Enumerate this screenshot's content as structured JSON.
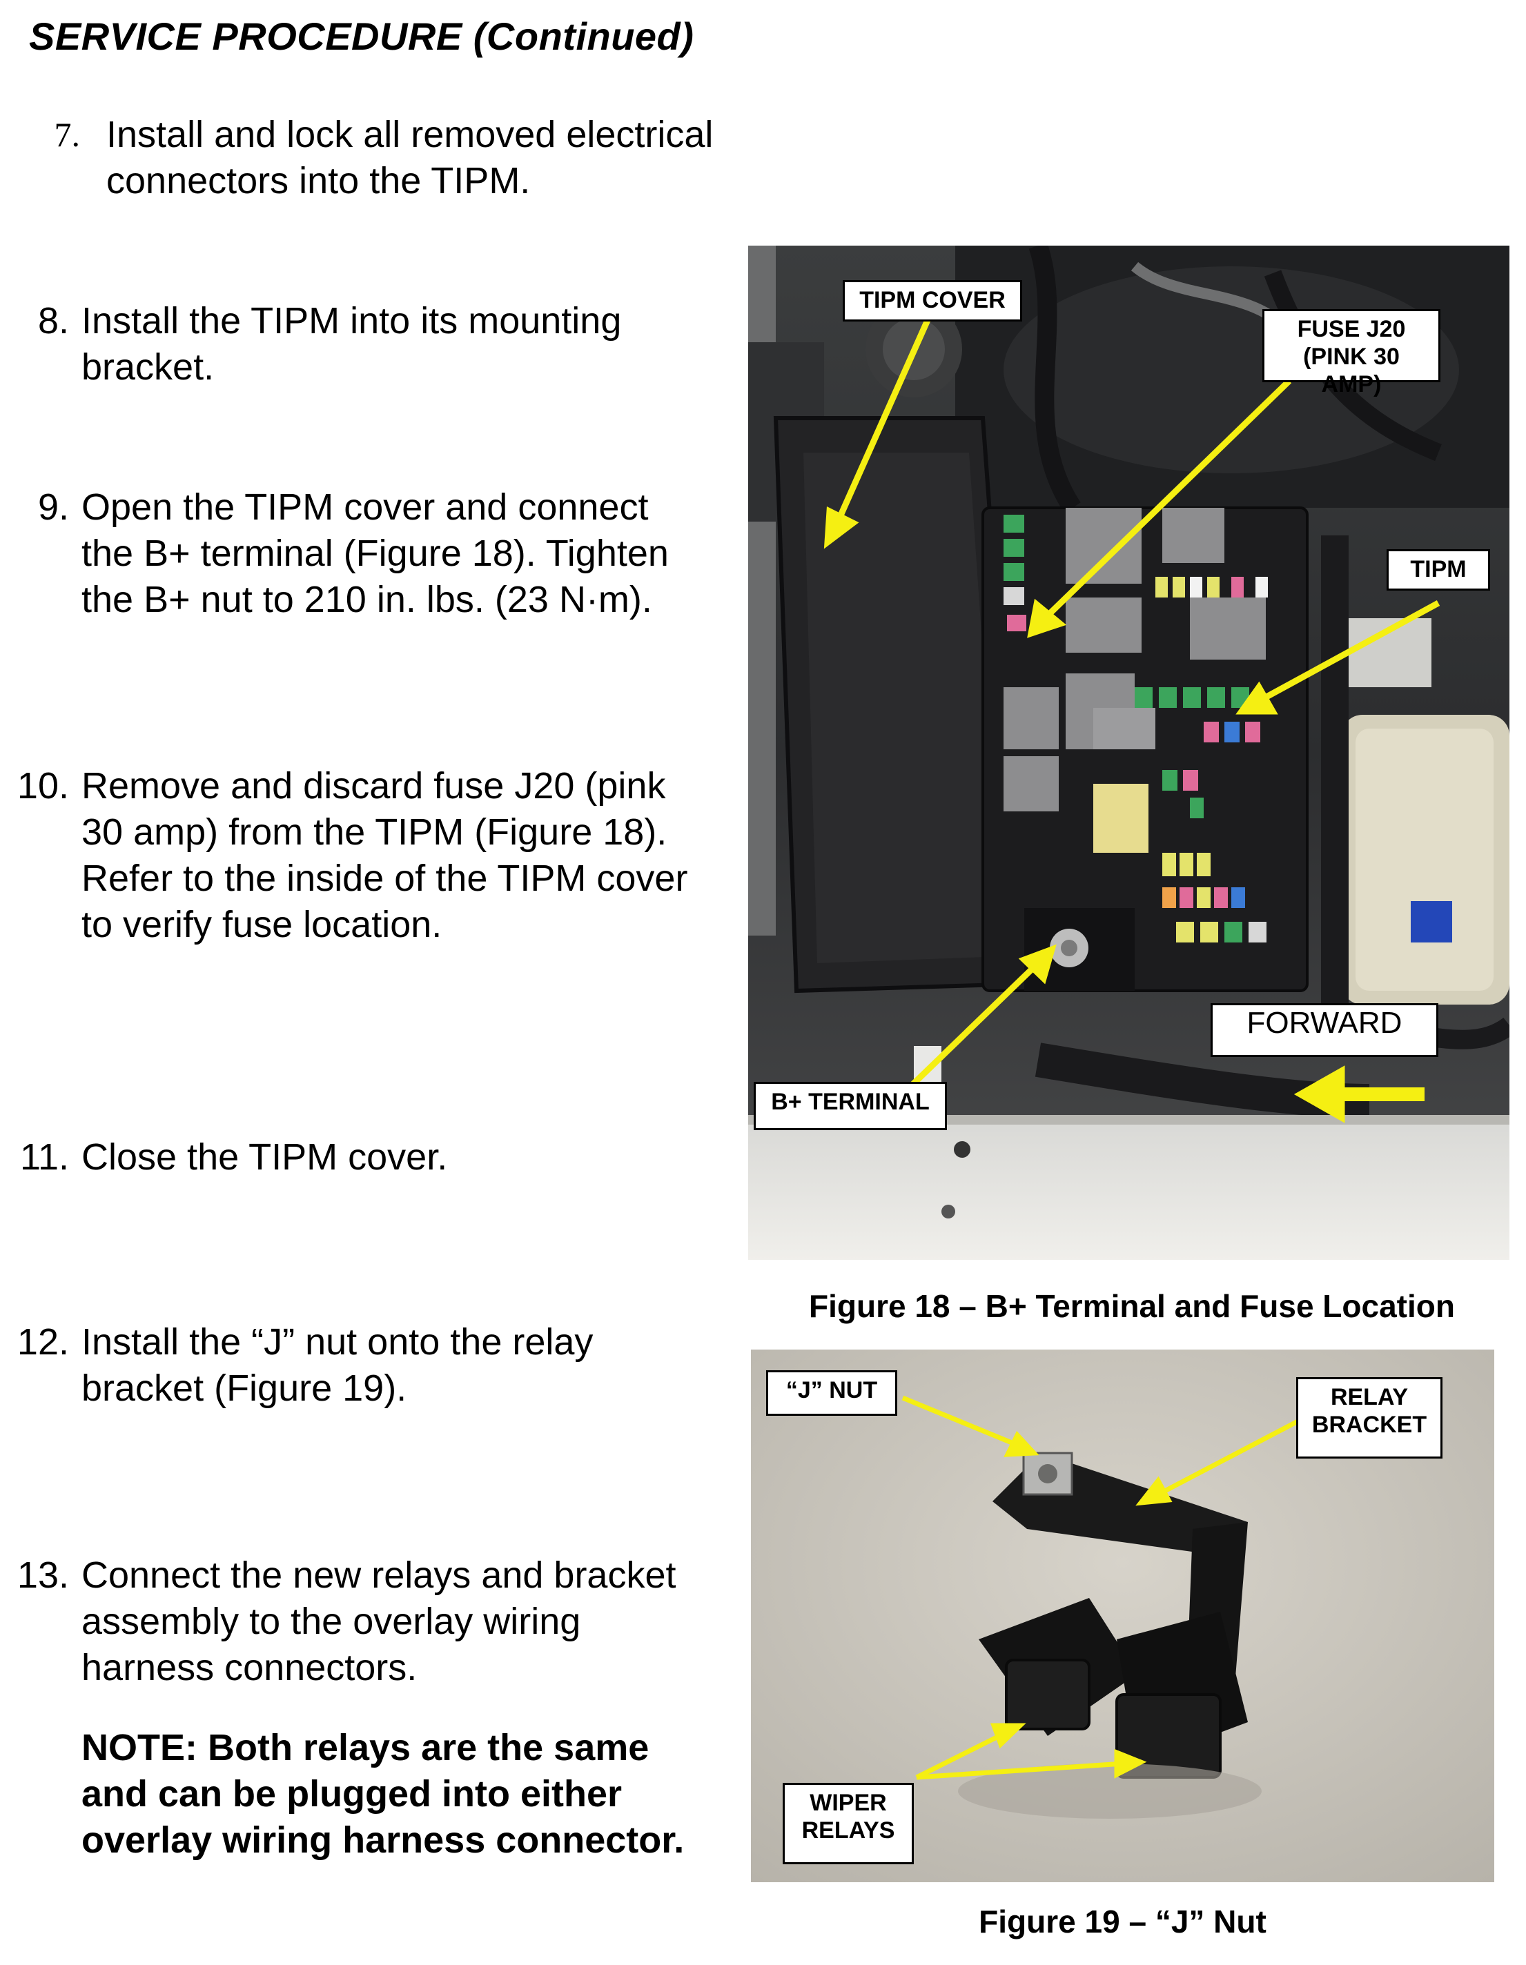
{
  "heading": "SERVICE PROCEDURE (Continued)",
  "steps": [
    {
      "num": "7.",
      "text": "Install and lock all removed electrical connectors into the TIPM."
    },
    {
      "num": "8.",
      "text": "Install the TIPM into its mounting bracket."
    },
    {
      "num": "9.",
      "text": "Open the TIPM cover and connect the B+ terminal (Figure 18).  Tighten the B+ nut to 210 in. lbs. (23 N·m)."
    },
    {
      "num": "10.",
      "text": "Remove and discard fuse J20 (pink 30 amp) from the TIPM (Figure 18).  Refer to the inside of the TIPM cover to verify fuse location."
    },
    {
      "num": "11.",
      "text": "Close the TIPM cover."
    },
    {
      "num": "12.",
      "text": "Install the “J” nut onto the relay bracket (Figure 19)."
    },
    {
      "num": "13.",
      "text": "Connect the new relays and bracket assembly to the overlay wiring harness connectors."
    }
  ],
  "note": "NOTE:  Both relays are the same and can be plugged into either overlay wiring harness connector.",
  "figure18": {
    "caption": "Figure 18 – B+ Terminal and Fuse Location",
    "callouts": {
      "tipm_cover": "TIPM COVER",
      "fuse_j20": "FUSE J20\n(PINK 30 AMP)",
      "tipm": "TIPM",
      "forward": "FORWARD",
      "b_terminal": "B+ TERMINAL"
    }
  },
  "figure19": {
    "caption": "Figure 19 – “J” Nut",
    "callouts": {
      "j_nut": "“J” NUT",
      "relay_bracket": "RELAY\nBRACKET",
      "wiper_relays": "WIPER\nRELAYS"
    }
  },
  "colors": {
    "arrow": "#f5ef12",
    "engine_dark": "#2a2a2c",
    "fuse_box": "#1c1c1e",
    "floor": "#c9c5bc"
  }
}
